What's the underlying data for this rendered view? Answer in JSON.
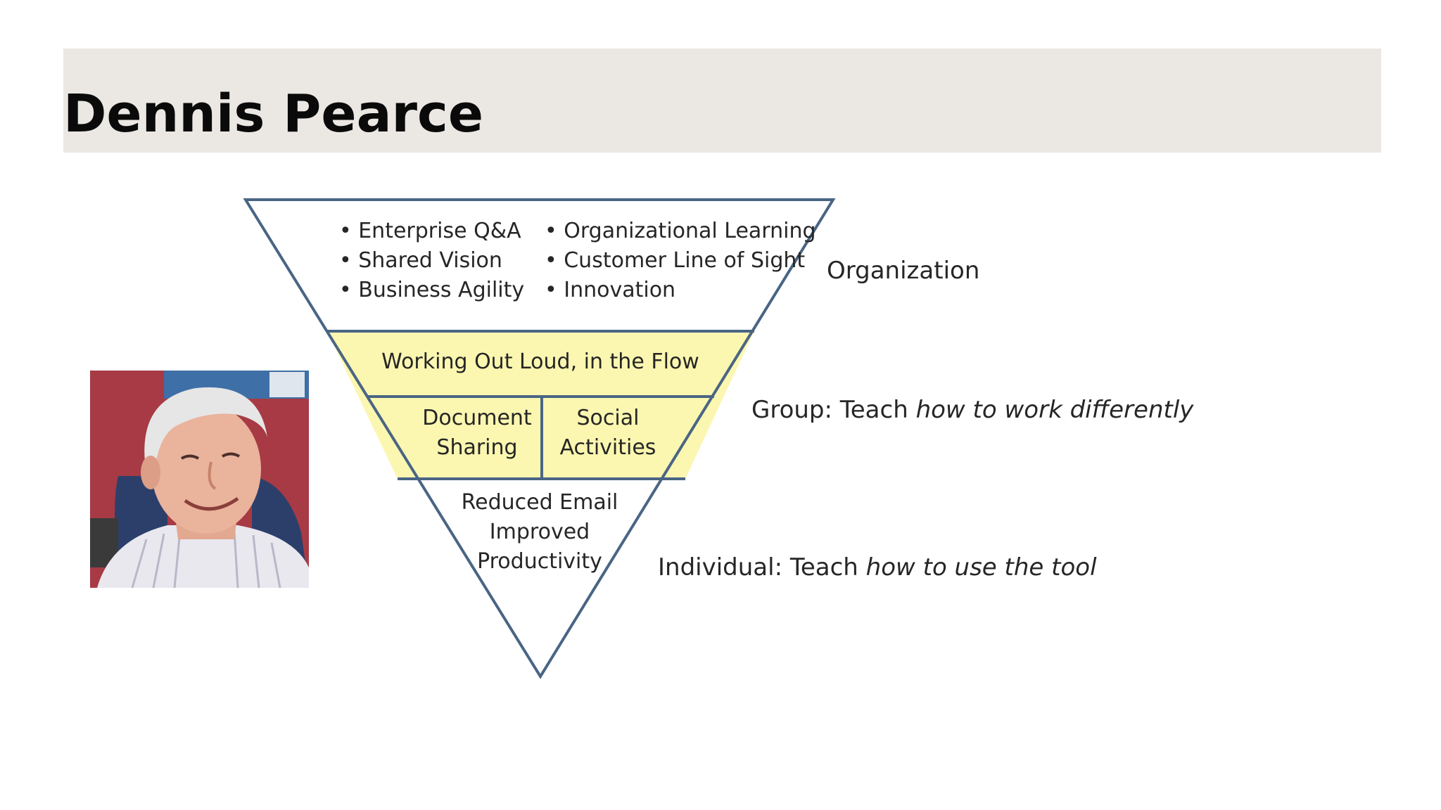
{
  "slide": {
    "title": "Dennis Pearce"
  },
  "portrait": {
    "description_icon": "person-photo"
  },
  "diagram": {
    "top_section": {
      "left_bullets": [
        "• Enterprise Q&A",
        "• Shared Vision",
        "• Business Agility"
      ],
      "right_bullets": [
        "• Organizational Learning",
        "• Customer Line of Sight",
        "• Innovation"
      ]
    },
    "middle_band": "Working Out Loud, in the Flow",
    "middle_cells": {
      "left": [
        "Document",
        "Sharing"
      ],
      "right": [
        "Social",
        "Activities"
      ]
    },
    "bottom_section": [
      "Reduced Email",
      "Improved",
      "Productivity"
    ],
    "side_labels": {
      "organization": "Organization",
      "group_prefix": "Group: Teach ",
      "group_italic": "how to work differently",
      "individual_prefix": "Individual: Teach ",
      "individual_italic": "how to use the tool"
    },
    "colors": {
      "outline": "#4a6584",
      "highlight": "#fbf7b0"
    }
  }
}
